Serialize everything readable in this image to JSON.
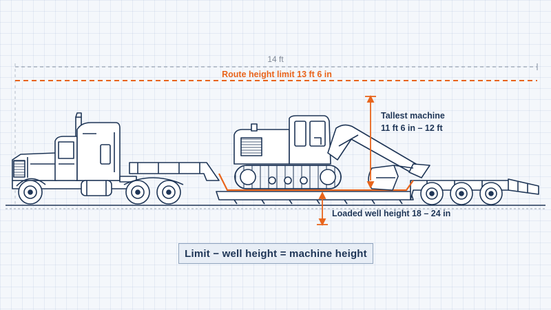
{
  "colors": {
    "ink": "#1e3556",
    "accent": "#e8641b",
    "dimension": "#8f99a8",
    "background": "#f4f7fb"
  },
  "labels": {
    "overall_height": "14 ft",
    "route_limit": "Route height limit 13 ft 6 in",
    "tallest_machine_line1": "Tallest machine",
    "tallest_machine_line2": "11 ft 6 in – 12 ft",
    "well_height": "Loaded well height 18 – 24 in"
  },
  "formula": "Limit − well height = machine height",
  "objects": [
    "truck-tractor",
    "lowboy-trailer",
    "excavator"
  ]
}
